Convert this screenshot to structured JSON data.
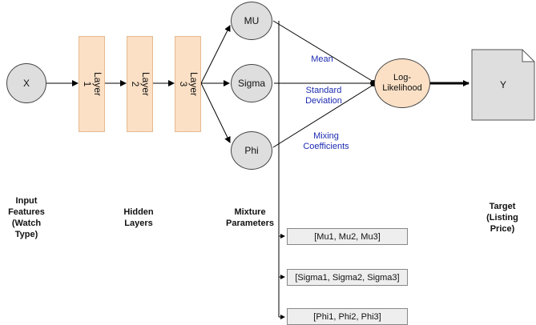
{
  "nodes": {
    "input": "X",
    "layers": [
      "Layer\n1",
      "Layer\n2",
      "Layer\n3"
    ],
    "mu": "MU",
    "sigma": "Sigma",
    "phi": "Phi",
    "loglik": "Log-\nLikelihood",
    "target": "Y"
  },
  "edge_labels": {
    "mean": "Mean",
    "std": "Standard\nDeviation",
    "mixing": "Mixing\nCoefficients"
  },
  "captions": {
    "input": "Input\nFeatures\n(Watch\nType)",
    "hidden": "Hidden\nLayers",
    "mixture": "Mixture\nParameters",
    "target": "Target\n(Listing\nPrice)"
  },
  "param_boxes": [
    "[Mu1, Mu2, Mu3]",
    "[Sigma1, Sigma2, Sigma3]",
    "[Phi1, Phi2, Phi3]"
  ]
}
